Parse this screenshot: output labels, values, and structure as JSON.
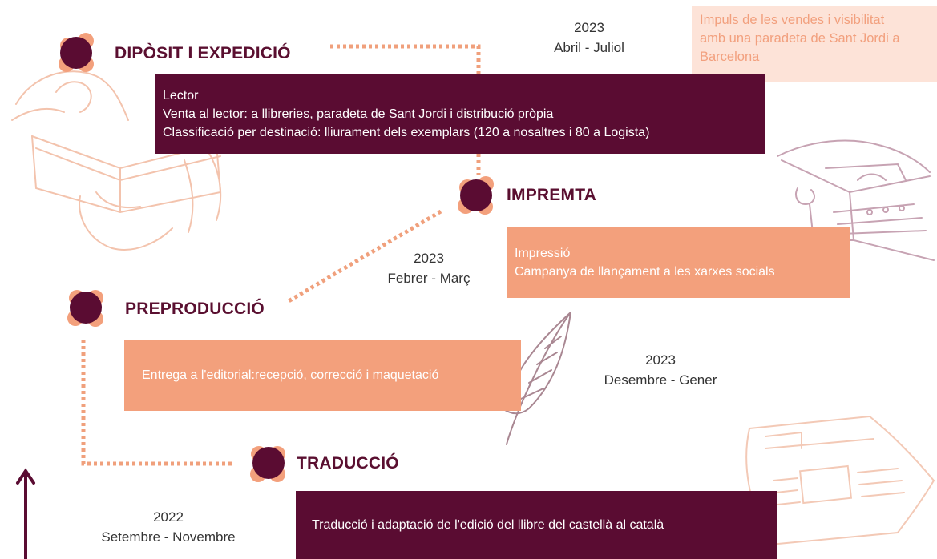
{
  "colors": {
    "dark": "#5a0c32",
    "orange": "#f3a07c",
    "pale": "#fde3d8",
    "accent": "#f0a07c"
  },
  "highlight_note": {
    "lines": [
      "Impuls de les vendes i visibilitat",
      "amb una paradeta de Sant Jordi a",
      "Barcelona"
    ]
  },
  "stages": {
    "diposit": {
      "title": "DIPÒSIT I EXPEDICIÓ",
      "year": "2023",
      "period": "Abril - Juliol",
      "lines": [
        "Lector",
        "Venta al lector: a llibreries, paradeta de Sant Jordi i distribució pròpia",
        "Classificació per destinació: lliurament dels exemplars (120 a nosaltres i 80 a Logista)"
      ]
    },
    "impremta": {
      "title": "IMPREMTA",
      "year": "2023",
      "period": "Febrer - Març",
      "lines": [
        "Impressió",
        "Campanya de llançament a les xarxes socials"
      ]
    },
    "preproduccio": {
      "title": "PREPRODUCCIÓ",
      "year": "2023",
      "period": "Desembre - Gener",
      "lines": [
        "Entrega a l'editorial:recepció, correcció i maquetació"
      ]
    },
    "traduccio": {
      "title": "TRADUCCIÓ",
      "year": "2022",
      "period": "Setembre - Novembre",
      "lines": [
        "Traducció i adaptació de l'edició del llibre del castellà al català"
      ]
    }
  },
  "icons": [
    "reading-hands-icon",
    "typewriter-icon",
    "feather-quill-icon",
    "newspaper-icon",
    "up-arrow-icon"
  ]
}
